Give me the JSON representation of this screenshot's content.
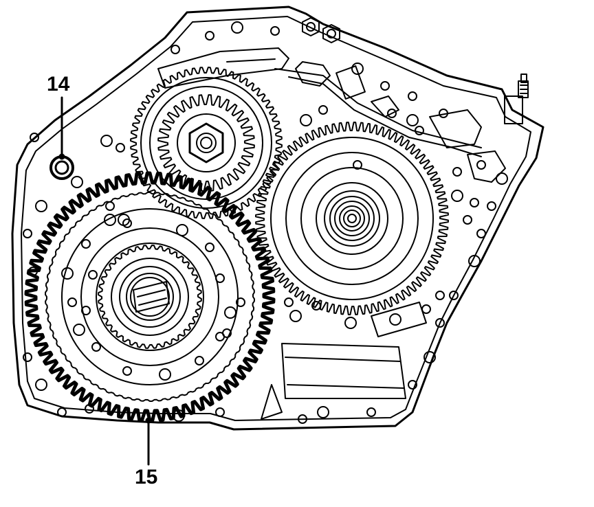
{
  "diagram": {
    "callouts": [
      {
        "id": "14",
        "label": "14"
      },
      {
        "id": "15",
        "label": "15"
      }
    ],
    "colors": {
      "line": "#000000",
      "background": "#ffffff"
    }
  }
}
